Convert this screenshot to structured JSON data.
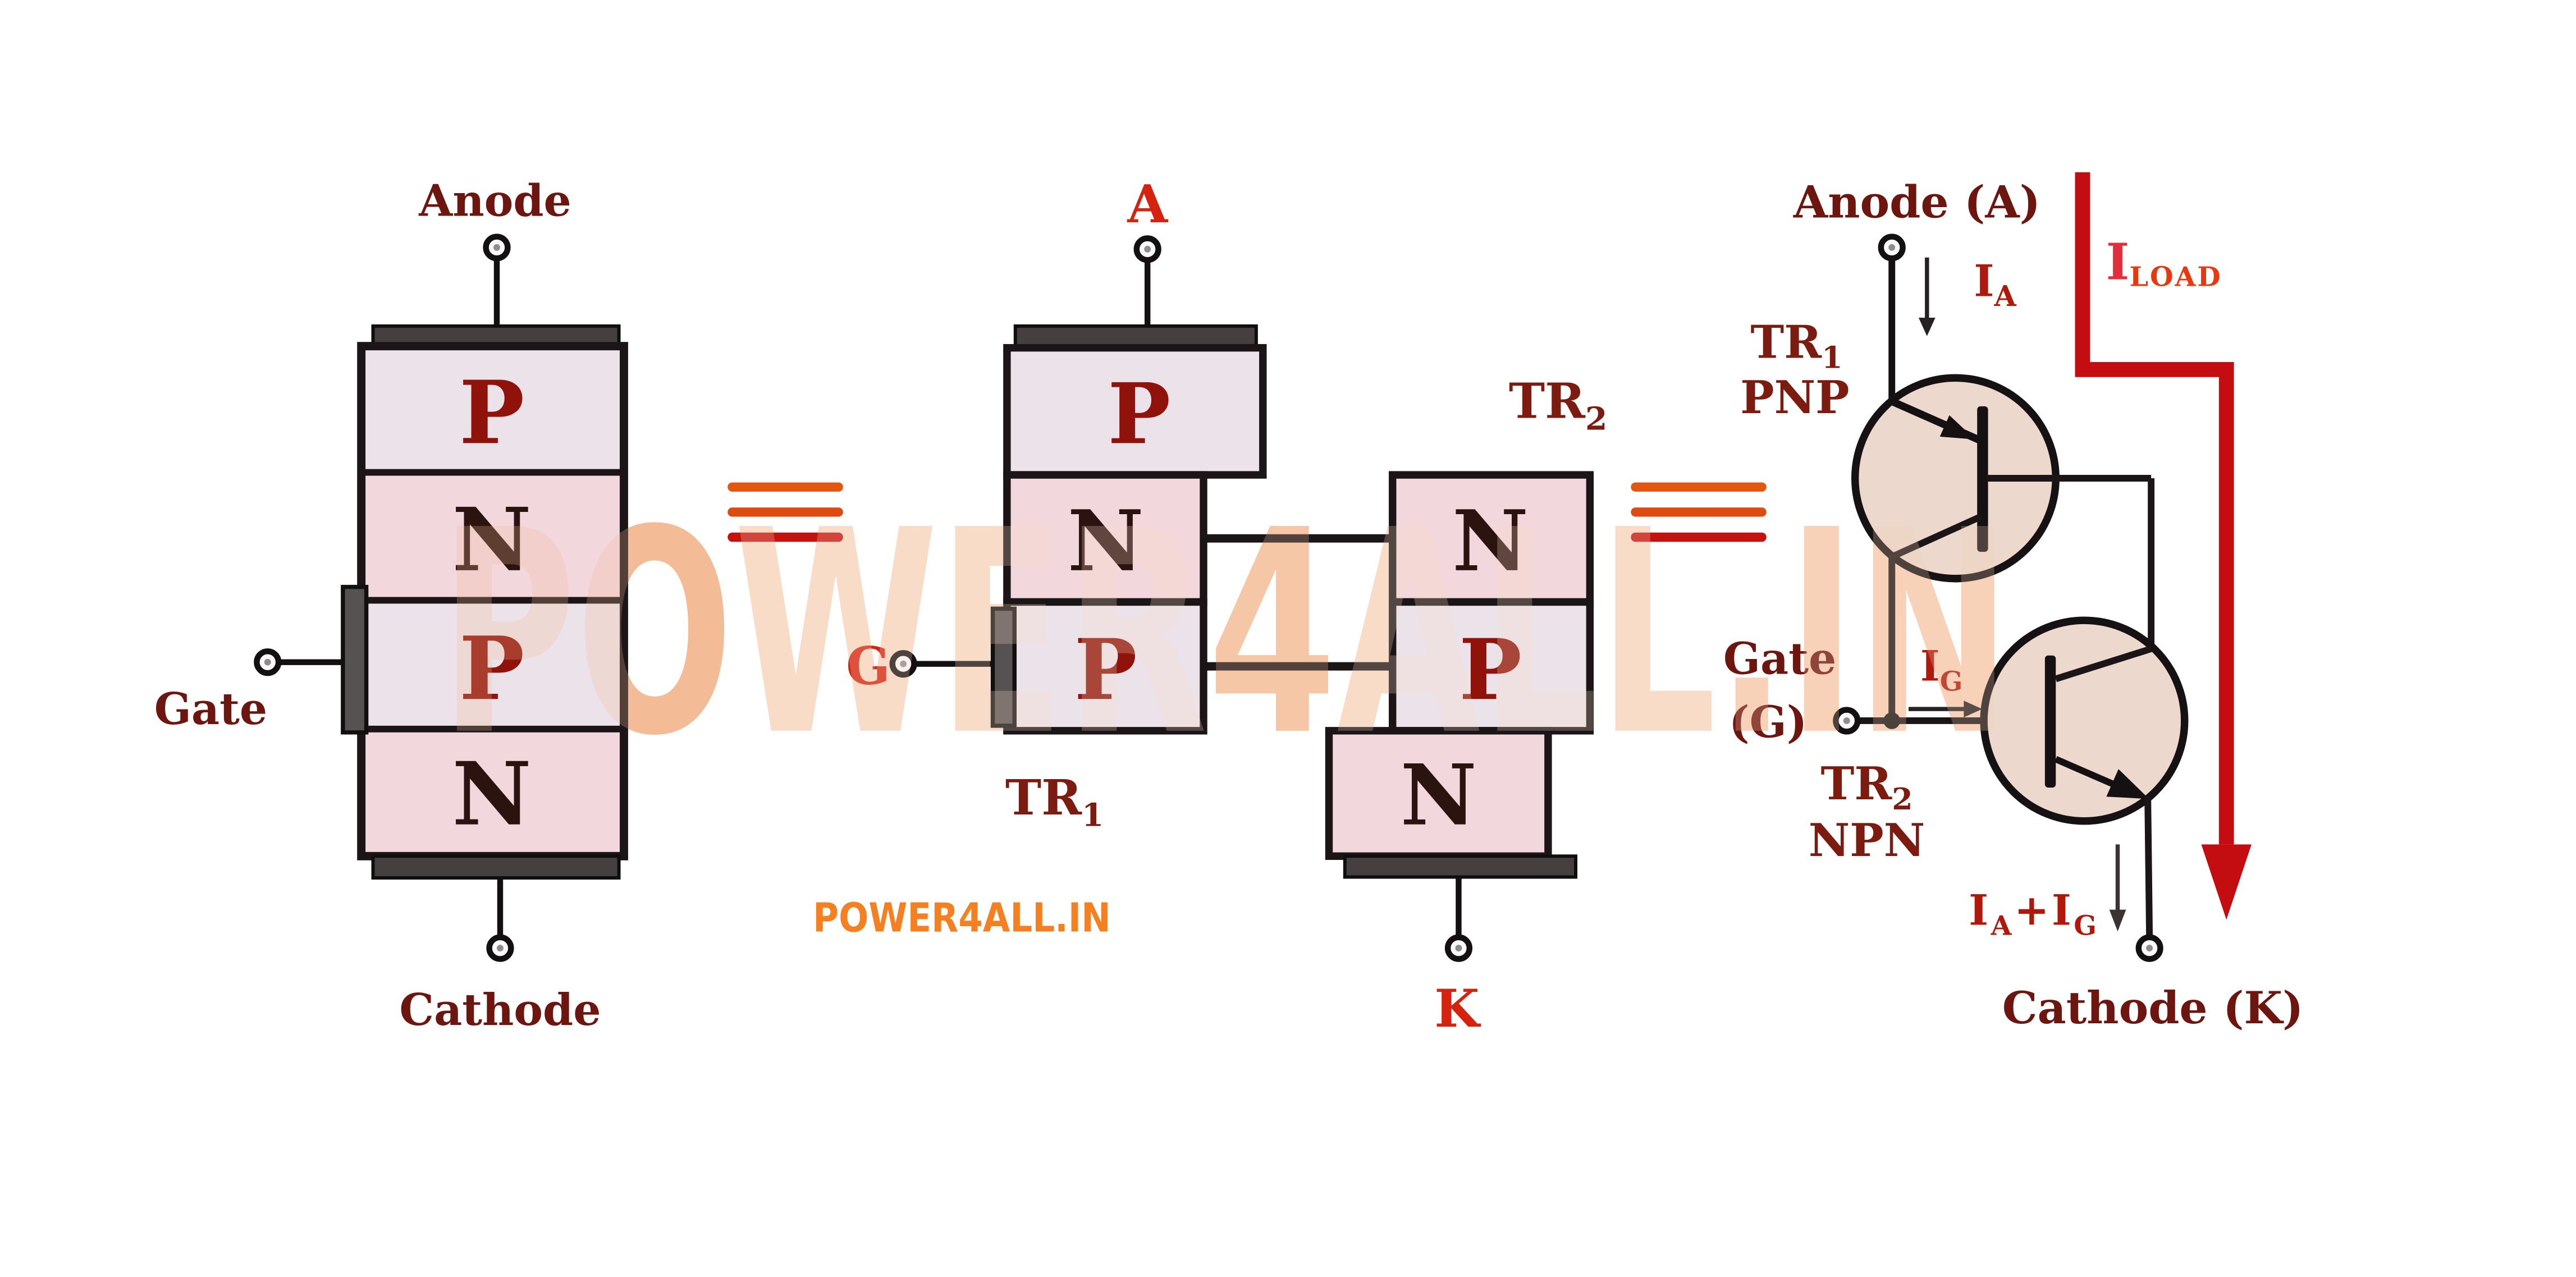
{
  "watermark": {
    "part_po": "PO",
    "part_wer": "WER",
    "part_4": "4",
    "part_all": "ALL",
    "part_dotin": ".IN",
    "small": "POWER4ALL.IN"
  },
  "left": {
    "anode": "Anode",
    "gate": "Gate",
    "cathode": "Cathode",
    "layers": [
      "P",
      "N",
      "P",
      "N"
    ]
  },
  "middle": {
    "anode": "A",
    "gate": "G",
    "cathode": "K",
    "tr1_main": "TR",
    "tr1_sub": "1",
    "tr2_main": "TR",
    "tr2_sub": "2",
    "left_layers": [
      "P",
      "N",
      "P"
    ],
    "right_layers": [
      "N",
      "P",
      "N"
    ]
  },
  "right": {
    "anode": "Anode (A)",
    "gate_line1": "Gate",
    "gate_line2": "(G)",
    "cathode": "Cathode (K)",
    "tr1_main": "TR",
    "tr1_sub": "1",
    "tr1_type": "PNP",
    "tr2_main": "TR",
    "tr2_sub": "2",
    "tr2_type": "NPN",
    "current_anode_main": "I",
    "current_anode_sub": "A",
    "current_gate_main": "I",
    "current_gate_sub": "G",
    "current_sum_p1": "I",
    "current_sum_s1": "A",
    "current_sum_p2": "+I",
    "current_sum_s2": "G",
    "current_load_main": "I",
    "current_load_sub": "LOAD"
  },
  "colors": {
    "layer_p": "#ece2ea",
    "layer_n": "#f2d7dc",
    "transistor_fill": "#ecd8cd",
    "electrode": "#45403f",
    "gate_bar": "#565152",
    "outline": "#1b1517",
    "red_label": "#d5230f",
    "dark_red_label": "#6d150f",
    "tr_label": "#7c1b10",
    "current_label": "#b0180c",
    "load_red": "#c40d10",
    "load_i": "#e02f3c",
    "load_sub": "#e8380f",
    "equiv_1": "#e2560f",
    "equiv_2": "#de4b10",
    "equiv_3": "#c5120f",
    "letter_p": "#8f130b",
    "letter_n": "#2b1410",
    "wm_po": "#f4bb97",
    "wm_wer": "#f9dcc8",
    "wm_4": "#f6c7a6",
    "wm_all": "#f9dcc8",
    "wm_dotin": "#f7d2b9",
    "wm_small": "#f58021"
  }
}
